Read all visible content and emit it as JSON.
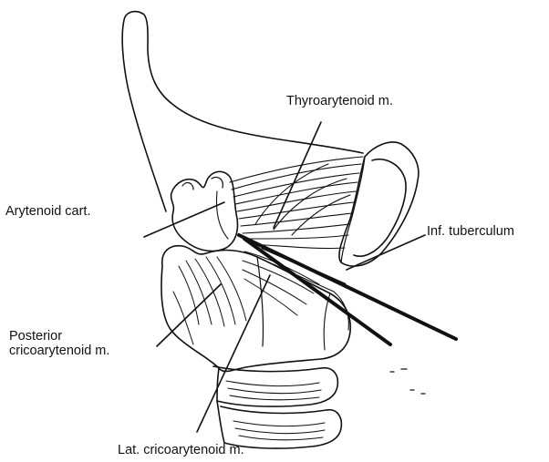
{
  "labels": {
    "thyroarytenoid": "Thyroarytenoid m.",
    "arytenoid_cart": "Arytenoid cart.",
    "inf_tuberculum": "Inf. tuberculum",
    "posterior_line1": "Posterior",
    "posterior_line2": "cricoarytenoid m.",
    "lat_cricoarytenoid": "Lat. cricoarytenoid m."
  },
  "colors": {
    "ink": "#111111",
    "background": "#ffffff"
  }
}
